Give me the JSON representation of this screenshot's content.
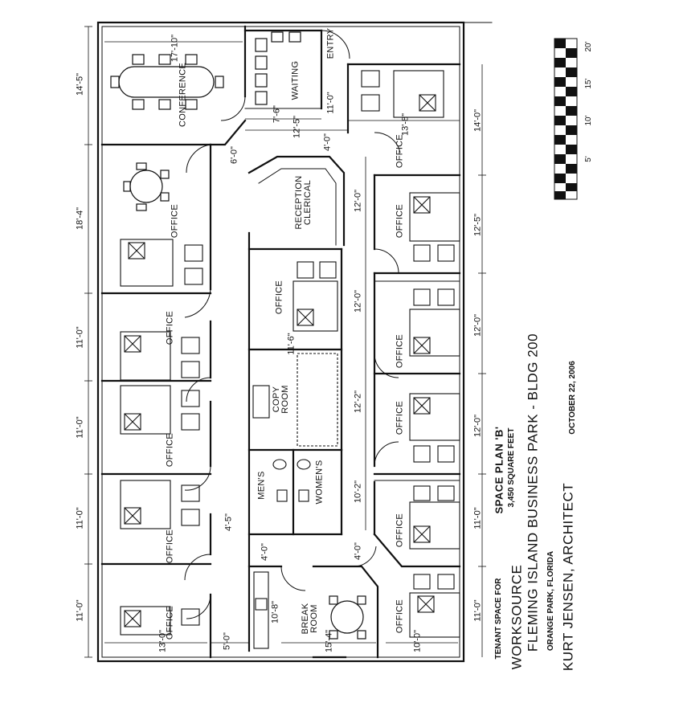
{
  "rooms": {
    "conference": "CONFERENCE",
    "waiting": "WAITING",
    "entry": "ENTRY",
    "reception": "RECEPTION\nCLERICAL",
    "office": "OFFICE",
    "copy_room": "COPY\nROOM",
    "mens": "MEN'S",
    "womens": "WOMEN'S",
    "break_room": "BREAK\nROOM"
  },
  "dimensions": {
    "d_14_5": "14'-5\"",
    "d_18_4": "18'-4\"",
    "d_11_0": "11'-0\"",
    "d_17_10": "17'-10\"",
    "d_7_6": "7'-6\"",
    "d_12_5": "12'-5\"",
    "d_6_0": "6'-0\"",
    "d_13_8": "13'-8\"",
    "d_4_0": "4'-0\"",
    "d_14_0": "14'-0\"",
    "d_12_0": "12'-0\"",
    "d_12_2": "12'-2\"",
    "d_10_2": "10'-2\"",
    "d_11_6": "11'-6\"",
    "d_4_5": "4'-5\"",
    "d_10_8": "10'-8\"",
    "d_15_4": "15'-4\"",
    "d_13_0": "13'-0\"",
    "d_10_0": "10'-0\"",
    "d_5_0": "5'-0\""
  },
  "scale": {
    "s5": "5'",
    "s10": "10'",
    "s15": "15'",
    "s20": "20'"
  },
  "title_block": {
    "tenant_space_for": "TENANT SPACE FOR",
    "client": "WORKSOURCE",
    "project": "FLEMING ISLAND BUSINESS PARK - BLDG 200",
    "location": "ORANGE PARK, FLORIDA",
    "architect": "KURT JENSEN, ARCHITECT",
    "plan_title": "SPACE PLAN 'B'",
    "area": "3,450 SQUARE FEET",
    "date": "OCTOBER 22, 2006"
  }
}
